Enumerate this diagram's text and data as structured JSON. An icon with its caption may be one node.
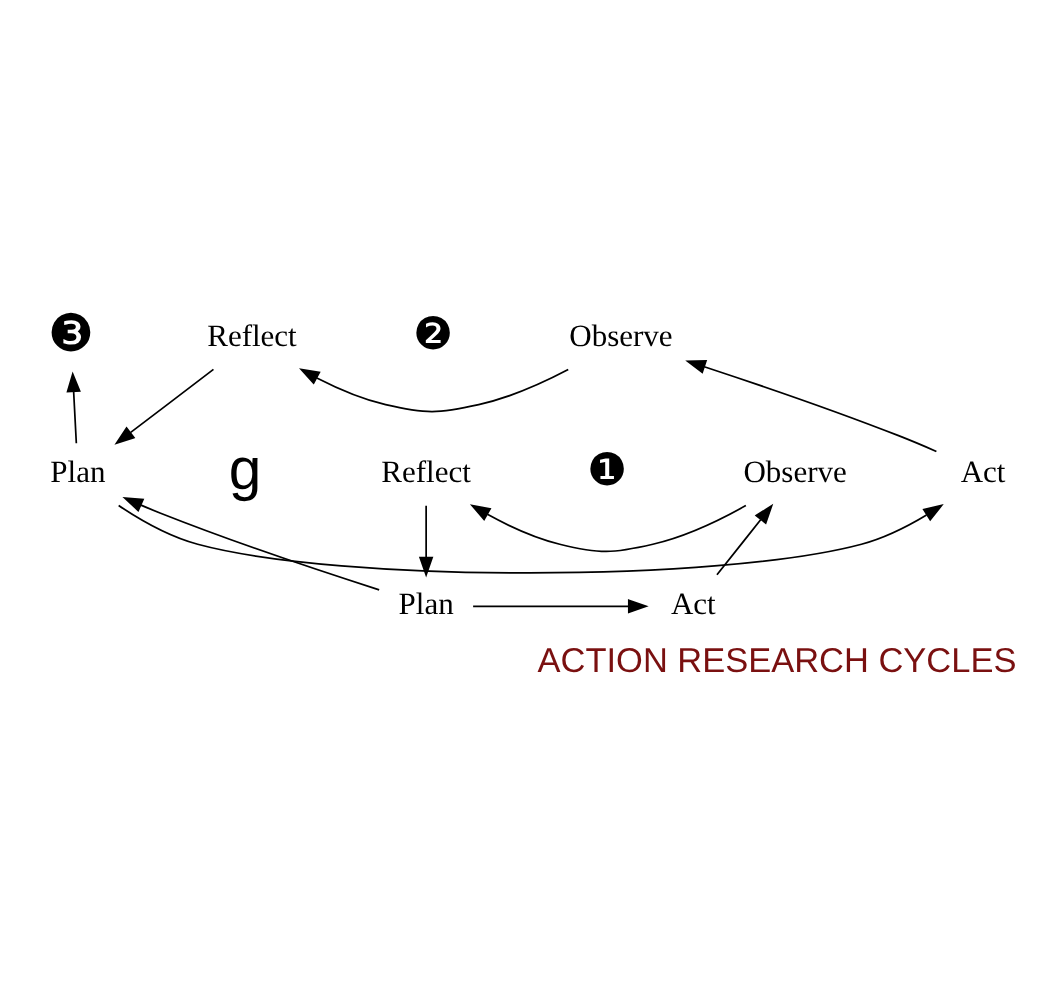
{
  "diagram": {
    "title": "ACTION RESEARCH CYCLES",
    "nodes": [
      {
        "text": [
          "Plan"
        ]
      },
      {
        "text": [
          "Act"
        ]
      },
      {
        "text": [
          "Observe"
        ]
      },
      {
        "text": [
          "Reflect"
        ]
      },
      {
        "text": [
          "Plan"
        ]
      },
      {
        "text": [
          "Act"
        ]
      },
      {
        "text": [
          "Observe"
        ]
      },
      {
        "text": [
          "Reflect"
        ]
      },
      {
        "text": [
          "❸"
        ]
      }
    ],
    "edges": [
      {
        "from": 0,
        "to": 1,
        "arrow": "to"
      },
      {
        "from": 1,
        "to": 2,
        "arrow": "to"
      },
      {
        "from": 2,
        "to": 3,
        "arrow": "to"
      },
      {
        "from": 3,
        "to": 0,
        "arrow": "to"
      },
      {
        "from": 0,
        "to": 4,
        "arrow": "to"
      },
      {
        "from": 4,
        "to": 5,
        "arrow": "to"
      },
      {
        "from": 5,
        "to": 6,
        "arrow": "to"
      },
      {
        "from": 6,
        "to": 7,
        "arrow": "to"
      },
      {
        "from": 7,
        "to": 4,
        "arrow": "to"
      },
      {
        "from": 4,
        "to": 8,
        "arrow": "to"
      }
    ],
    "labels": [
      "g",
      "❷",
      "❶"
    ]
  }
}
